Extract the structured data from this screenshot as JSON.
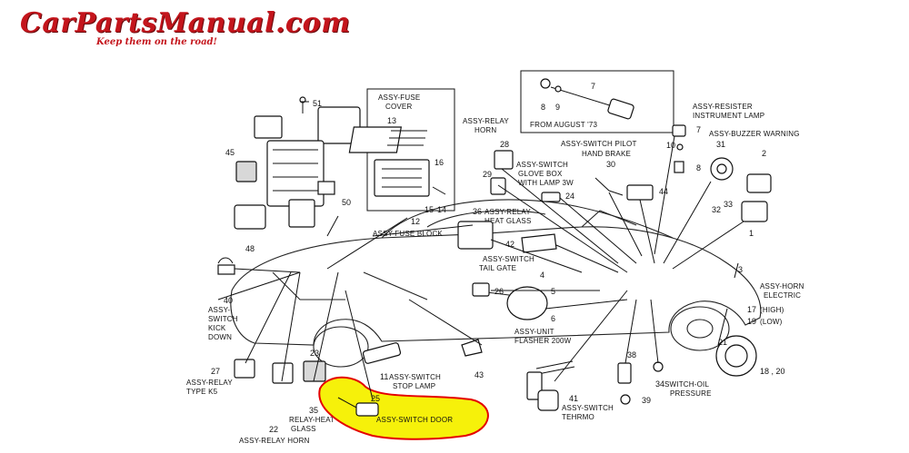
{
  "site": {
    "logo_text": "CarPartsManual.com",
    "tagline": "Keep them on the road!"
  },
  "colors": {
    "brand": "#c4151c",
    "highlight": "#f6f10a",
    "ink": "#111111"
  },
  "labels": {
    "fuse_cover": [
      "ASSY-FUSE",
      "COVER"
    ],
    "relay_horn_top": [
      "ASSY-RELAY",
      "HORN"
    ],
    "from_august": "FROM AUGUST '73",
    "resister": [
      "ASSY-RESISTER",
      "INSTRUMENT LAMP"
    ],
    "buzzer": "ASSY-BUZZER WARNING",
    "pilot": [
      "ASSY-SWITCH PILOT",
      "HAND BRAKE"
    ],
    "glove": [
      "ASSY-SWITCH",
      "GLOVE BOX",
      "WITH LAMP 3W"
    ],
    "heat_glass": [
      "ASSY-RELAY",
      "HEAT GLASS"
    ],
    "fuse_block": "ASSY-FUSE BLOCK",
    "tail_gate": [
      "ASSY-SWITCH",
      "TAIL GATE"
    ],
    "kick_down": [
      "ASSY-",
      "SWITCH",
      "KICK",
      "DOWN"
    ],
    "flasher": [
      "ASSY-UNIT",
      "FLASHER 200W"
    ],
    "horn_electric": [
      "ASSY-HORN",
      "ELECTRIC",
      "(HIGH)",
      "(LOW)"
    ],
    "stop_lamp": [
      "ASSY-SWITCH",
      "STOP LAMP"
    ],
    "oil_pressure": [
      "SWITCH-OIL",
      "PRESSURE"
    ],
    "type_k5": [
      "ASSY-RELAY",
      "TYPE K5"
    ],
    "relay_heat_glass": [
      "RELAY-HEAT",
      "GLASS"
    ],
    "relay_horn_bottom": "ASSY-RELAY HORN",
    "switch_door": "ASSY-SWITCH DOOR",
    "tehrmo": [
      "ASSY-SWITCH",
      "TEHRMO"
    ]
  },
  "numbers": {
    "n51": "51",
    "n13": "13",
    "n16": "16",
    "n15": "15",
    "n14": "14",
    "n12": "12",
    "n45": "45",
    "n50": "50",
    "n48": "48",
    "n40": "40",
    "n7a": "7",
    "n8a": "8",
    "n9a": "9",
    "n7b": "7",
    "n10": "10",
    "n8b": "8",
    "n28": "28",
    "n29": "29",
    "n30": "30",
    "n24": "24",
    "n44": "44",
    "n31": "31",
    "n2": "2",
    "n32": "32",
    "n33": "33",
    "n1": "1",
    "n3": "3",
    "n36": "36",
    "n42": "42",
    "n26": "26",
    "n4": "4",
    "n5": "5",
    "n17": "17",
    "n19": "19",
    "n21": "21",
    "n18_20": "18 , 20",
    "n23": "23",
    "n27": "27",
    "n35": "35",
    "n22": "22",
    "n25": "25",
    "n11": "11",
    "n43": "43",
    "n38": "38",
    "n34": "34",
    "n41": "41",
    "n39": "39",
    "n6": "6"
  }
}
